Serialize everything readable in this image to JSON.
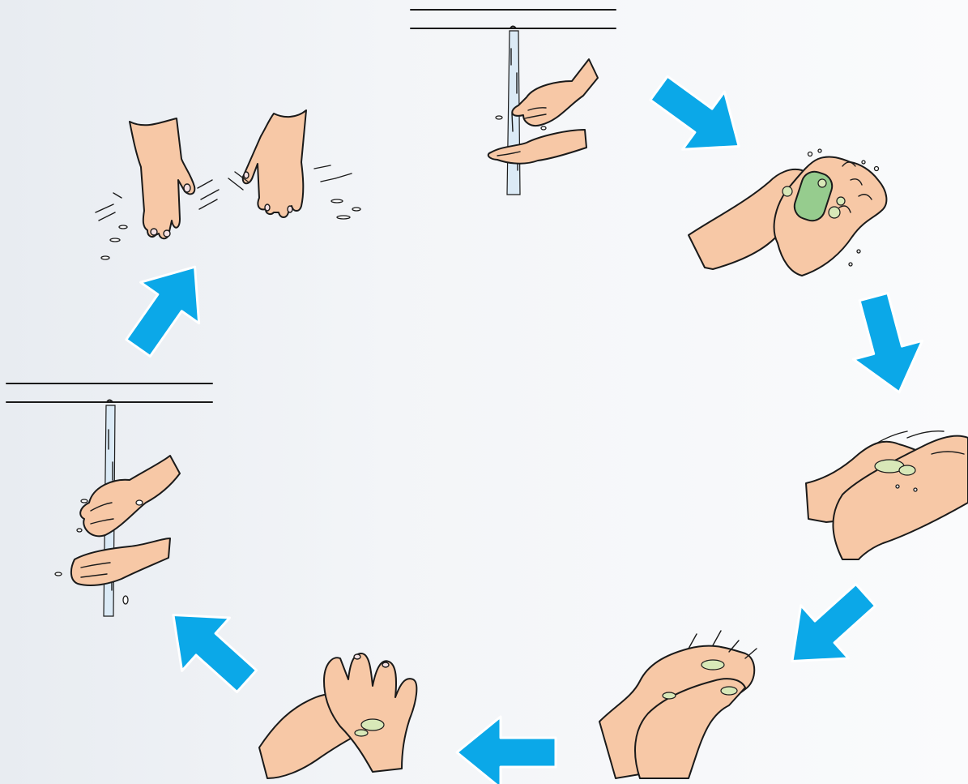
{
  "diagram": {
    "steps": [
      {
        "id": "wet-hands",
        "icon": "wet-hands-under-tap-icon"
      },
      {
        "id": "apply-soap",
        "icon": "apply-soap-icon"
      },
      {
        "id": "rub-palms",
        "icon": "rub-palms-icon"
      },
      {
        "id": "interlace-fingers",
        "icon": "interlace-fingers-icon"
      },
      {
        "id": "clean-fingertips",
        "icon": "clean-fingertips-icon"
      },
      {
        "id": "rinse-hands",
        "icon": "rinse-hands-under-tap-icon"
      },
      {
        "id": "shake-dry",
        "icon": "shake-dry-hands-icon"
      }
    ],
    "arrow_color": "#0ba8e8",
    "skin_color": "#f7c8a6",
    "soap_color": "#96cc8e",
    "foam_color": "#d8e8b8"
  }
}
